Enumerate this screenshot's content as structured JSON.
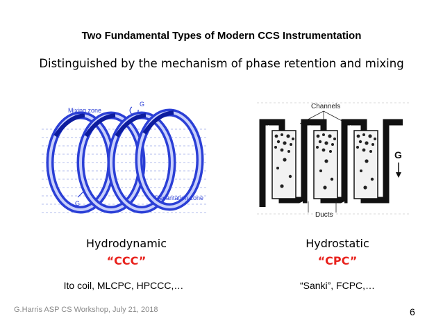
{
  "slide": {
    "title": "Two Fundamental Types of Modern CCS Instrumentation",
    "subtitle": "Distinguished by the mechanism of phase retention and mixing",
    "footer": "G.Harris ASP CS Workshop, July 21, 2018",
    "page_number": "6"
  },
  "left": {
    "figure_labels": {
      "mixing_zone": "Mixing zone",
      "decantation_zone": "Decantation zone",
      "g_top": "G",
      "g_bottom": "G"
    },
    "type_name": "Hydrodynamic",
    "abbreviation": "“CCC”",
    "examples": "Ito coil, MLCPC, HPCCC,…"
  },
  "right": {
    "figure_labels": {
      "channels": "Channels",
      "ducts": "Ducts",
      "g": "G"
    },
    "type_name": "Hydrostatic",
    "abbreviation": "“CPC”",
    "examples": "“Sanki”, FCPC,…"
  },
  "colors": {
    "accent_red": "#e8211c",
    "coil_blue": "#2b3fd6",
    "footer_gray": "#888888"
  }
}
